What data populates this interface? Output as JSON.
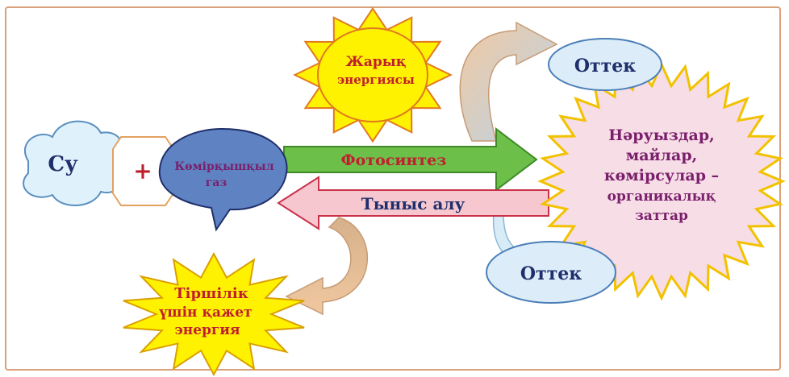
{
  "nodes": {
    "water": "Су",
    "plus": "+",
    "co2_line1": "Көмірқышқыл",
    "co2_line2": "газ",
    "sun_line1": "Жарық",
    "sun_line2": "энергиясы",
    "outflow_top": "Оттек",
    "outflow_bottom": "Оттек",
    "organic_line1": "Нәруыздар,",
    "organic_line2": "майлар,",
    "organic_line3": "көмірсулар –",
    "organic_line4": "органикалық",
    "organic_line5": "заттар",
    "energy_line1": "Тіршілік",
    "energy_line2": "үшін қажет",
    "energy_line3": "энергия"
  },
  "arrows": {
    "photosynthesis": "Фотосинтез",
    "respiration": "Тыныс алу"
  },
  "colors": {
    "frame": "#d9a07a",
    "cloud_fill": "#dff1fb",
    "cloud_stroke": "#5a8fc0",
    "co2_fill": "#5f83c2",
    "sun_fill": "#fff200",
    "sun_stroke": "#e07a1f",
    "ellipse_fill": "#dcecf8",
    "ellipse_stroke": "#4b7fb8",
    "starburst_fill": "#f7dde6",
    "starburst_stroke": "#f2c200",
    "photo_arrow": "#6cc04a",
    "resp_arrow": "#f6c7cf",
    "text_red": "#c0202e",
    "text_navy": "#1f2f6b",
    "text_purple": "#7a1f6b"
  }
}
